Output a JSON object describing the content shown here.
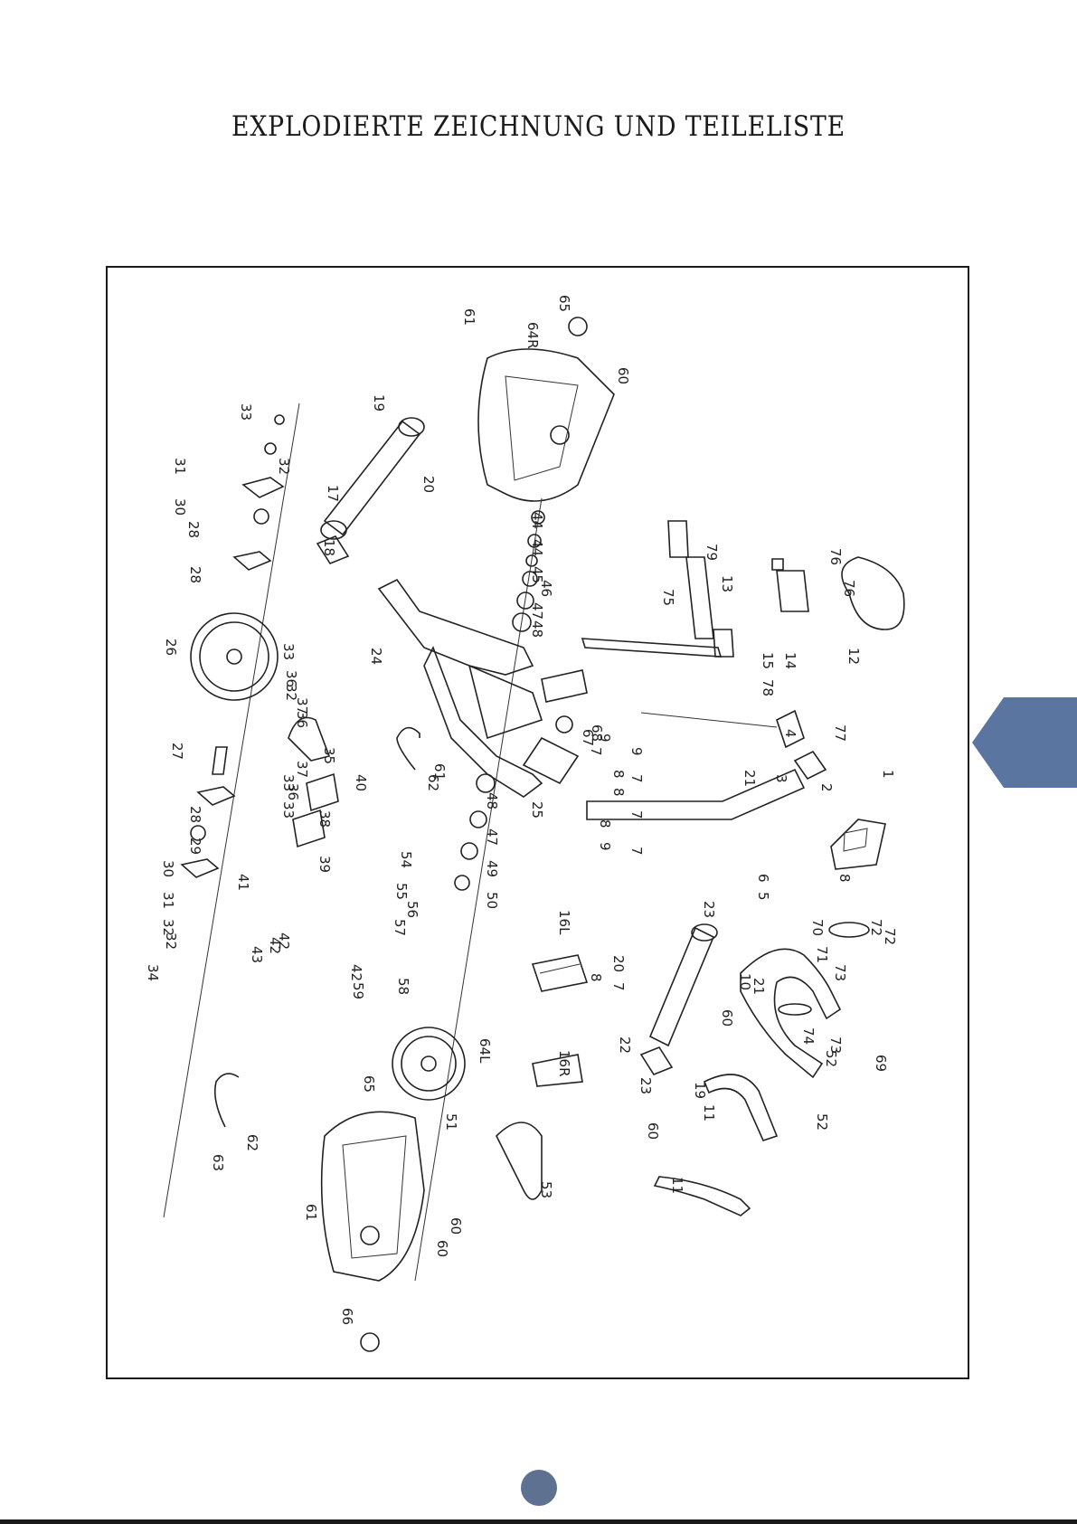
{
  "page": {
    "title": "EXPLODIERTE ZEICHNUNG UND TEILELISTE"
  },
  "colors": {
    "tab_accent": "#5a76a0",
    "page_dot": "#5f7190",
    "line": "#222222"
  },
  "icons": {
    "side_tab": "arrow-tab-icon",
    "page_marker": "page-dot-icon"
  },
  "part_labels": [
    "1",
    "2",
    "3",
    "4",
    "5",
    "6",
    "7",
    "7",
    "7",
    "7",
    "7",
    "8",
    "8",
    "8",
    "8",
    "8",
    "9",
    "9",
    "9",
    "10",
    "11",
    "11",
    "12",
    "13",
    "14",
    "15",
    "16L",
    "16R",
    "17",
    "18",
    "19",
    "19",
    "20",
    "20",
    "21",
    "21",
    "22",
    "23",
    "23",
    "24",
    "25",
    "26",
    "27",
    "28",
    "28",
    "28",
    "29",
    "30",
    "30",
    "31",
    "31",
    "32",
    "32",
    "32",
    "32",
    "33",
    "33",
    "33",
    "33",
    "34",
    "35",
    "36",
    "36",
    "36",
    "37",
    "37",
    "38",
    "39",
    "40",
    "41",
    "42",
    "42",
    "42",
    "43",
    "44",
    "44",
    "45",
    "46",
    "47",
    "47",
    "48",
    "48",
    "49",
    "50",
    "51",
    "52",
    "52",
    "53",
    "54",
    "55",
    "56",
    "57",
    "58",
    "59",
    "60",
    "60",
    "60",
    "60",
    "60",
    "61",
    "61",
    "61",
    "62",
    "62",
    "63",
    "64L",
    "64R",
    "65",
    "65",
    "66",
    "67",
    "68",
    "69",
    "70",
    "71",
    "72",
    "72",
    "73",
    "73",
    "74",
    "75",
    "76",
    "76",
    "77",
    "78",
    "79"
  ]
}
